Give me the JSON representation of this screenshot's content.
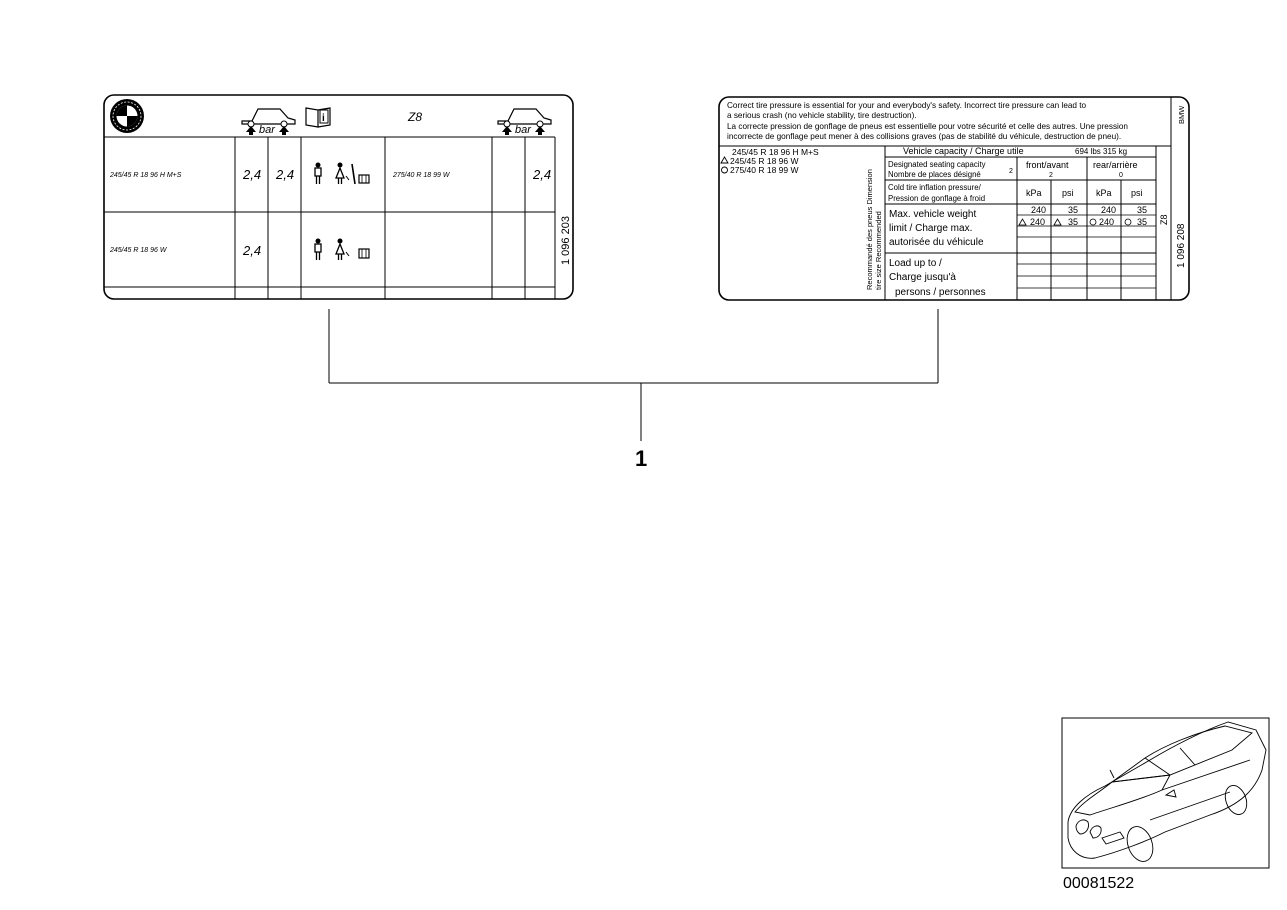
{
  "left_label": {
    "model": "Z8",
    "unit": "bar",
    "rows": [
      {
        "tire_front": "245/45 R 18 96 H M+S",
        "val1": "2,4",
        "val2": "2,4",
        "tire_rear": "275/40 R 18 99 W",
        "val3": "2,4"
      },
      {
        "tire_front": "245/45 R 18 96 W",
        "val1": "2,4"
      }
    ],
    "part_number": "1 096 203"
  },
  "right_label": {
    "warning_lines": [
      "Correct tire pressure is essential for your and everybody's safety.    Incorrect tire pressure can lead to",
      "a serious crash (no vehicle stability, tire destruction).",
      "La correcte pression de gonflage de pneus est essentielle pour votre sécurité    et celle des autres. Une pression",
      "incorrecte de gonflage peut mener à des collisions graves (pas de stabilité du     véhicule, destruction de pneu)."
    ],
    "brand_vertical": "BMW",
    "tires": [
      "245/45 R 18 96 H M+S",
      "245/45 R 18 96 W",
      "275/40 R 18 99 W"
    ],
    "rotated_left_1": "Recommandé des pneus Dimension",
    "rotated_left_2": "tire size Recommended",
    "vehicle_capacity_label": "Vehicle capacity / Charge utile",
    "vehicle_capacity_value": "694 lbs  315 kg",
    "seating_label_1": "Designated seating capacity",
    "seating_label_2": "Nombre de places désigné",
    "seating_value": "2",
    "front_label": "front/avant",
    "front_value": "2",
    "rear_label": "rear/arrière",
    "rear_value": "0",
    "cold_label_1": "Cold tire inflation pressure/",
    "cold_label_2": "Pression de gonflage à froid",
    "unit_kpa": "kPa",
    "unit_psi": "psi",
    "row1": [
      "240",
      "35",
      "240",
      "35"
    ],
    "row2": [
      "240",
      "35",
      "240",
      "35"
    ],
    "max_weight_lines": [
      "Max. vehicle weight",
      "limit / Charge  max.",
      "autorisée du véhicule"
    ],
    "load_lines": [
      "Load up to /",
      "Charge jusqu'à",
      "persons / personnes"
    ],
    "model_vertical": "Z8",
    "part_number": "1 096 208"
  },
  "callout": "1",
  "image_id": "00081522"
}
